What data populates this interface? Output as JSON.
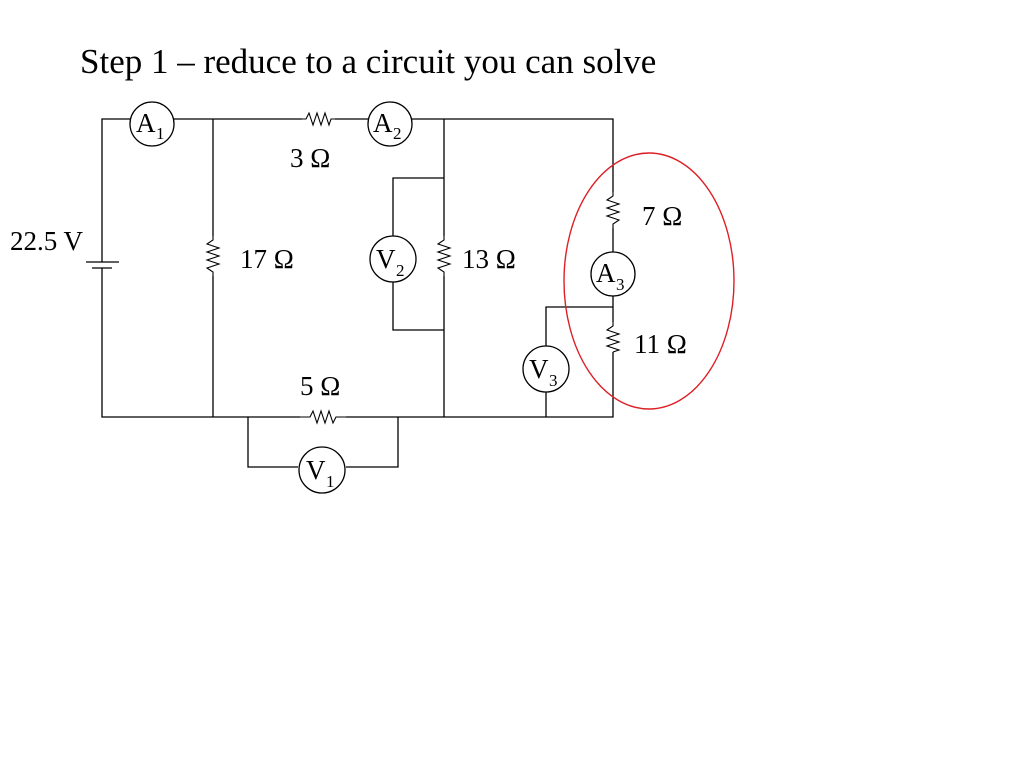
{
  "slide": {
    "title": "Step 1 – reduce to a circuit you can solve"
  },
  "colors": {
    "wire": "#000000",
    "highlight": "#dd1f26",
    "background": "#ffffff"
  },
  "battery": {
    "label": "22.5 V"
  },
  "resistors": {
    "r3": "3 Ω",
    "r17": "17 Ω",
    "r13": "13 Ω",
    "r5": "5 Ω",
    "r7": "7 Ω",
    "r11": "11 Ω"
  },
  "meters": {
    "a1": {
      "letter": "A",
      "sub": "1"
    },
    "a2": {
      "letter": "A",
      "sub": "2"
    },
    "a3": {
      "letter": "A",
      "sub": "3"
    },
    "v1": {
      "letter": "V",
      "sub": "1"
    },
    "v2": {
      "letter": "V",
      "sub": "2"
    },
    "v3": {
      "letter": "V",
      "sub": "3"
    }
  }
}
